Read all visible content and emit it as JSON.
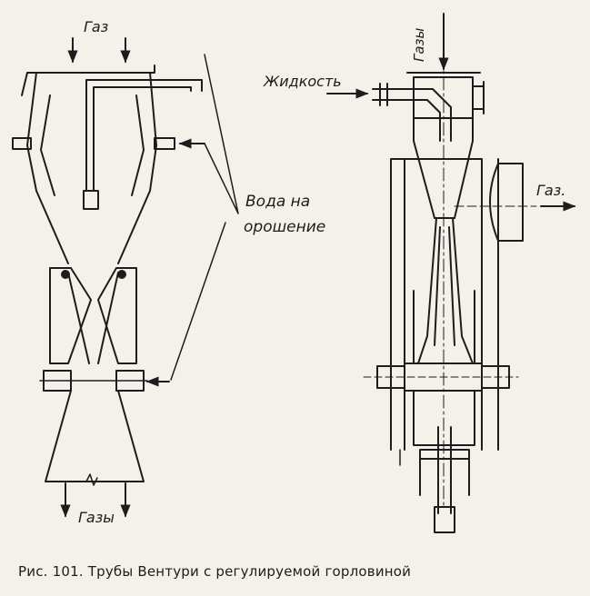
{
  "figure": {
    "caption": "Рис. 101. Трубы Вентури с регулируемой горловиной",
    "left_device": {
      "label_gas_in": "Газ",
      "label_water": "Вода на",
      "label_water_2": "орошение",
      "label_gases_out": "Газы"
    },
    "right_device": {
      "label_gases_in": "Газы",
      "label_liquid": "Жидкость",
      "label_gas_out": "Газ."
    },
    "colors": {
      "ink": "#1d1d1d",
      "paper": "#f3f1ea"
    }
  }
}
